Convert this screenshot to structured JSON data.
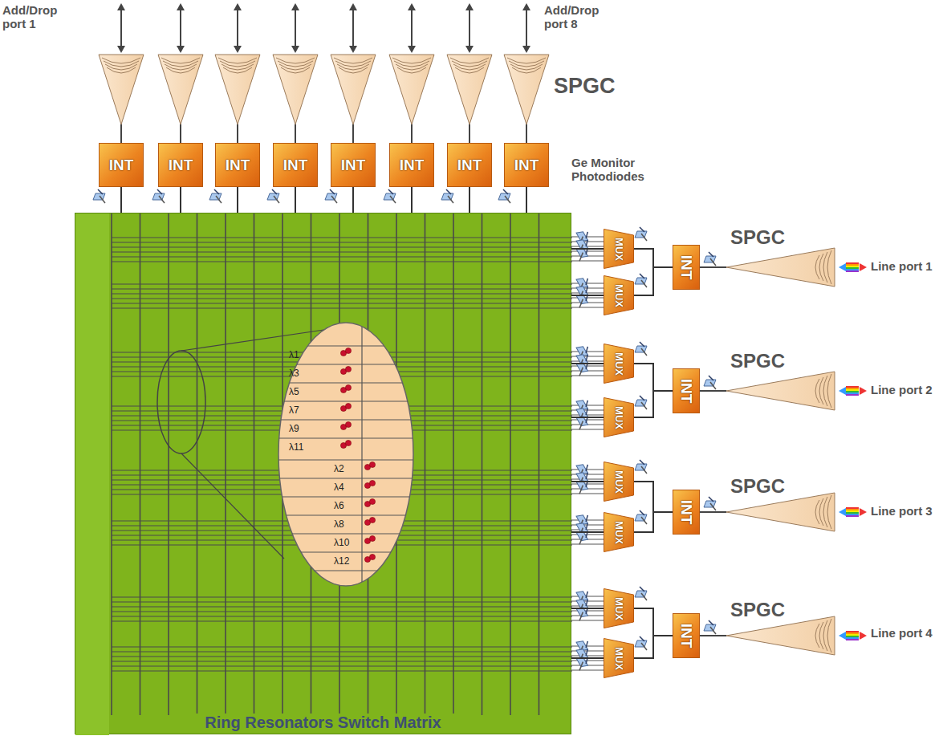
{
  "diagram": {
    "nodes": [
      {
        "text": [
          "INT"
        ]
      },
      {
        "text": [
          "INT"
        ]
      },
      {
        "text": [
          "INT"
        ]
      },
      {
        "text": [
          "INT"
        ]
      },
      {
        "text": [
          "INT"
        ]
      },
      {
        "text": [
          "INT"
        ]
      },
      {
        "text": [
          "INT"
        ]
      },
      {
        "text": [
          "INT"
        ]
      },
      {
        "text": [
          "Ring Resonators Switch Matrix"
        ]
      },
      {
        "text": [
          "λ1",
          "λ3",
          "λ5",
          "λ7",
          "λ9",
          "λ11",
          "λ2",
          "λ4",
          "λ6",
          "λ8",
          "λ10",
          "λ12"
        ],
        "in": 8
      },
      {
        "text": [
          "MUX"
        ]
      },
      {
        "text": [
          "MUX"
        ]
      },
      {
        "text": [
          "MUX"
        ]
      },
      {
        "text": [
          "MUX"
        ]
      },
      {
        "text": [
          "MUX"
        ]
      },
      {
        "text": [
          "MUX"
        ]
      },
      {
        "text": [
          "MUX"
        ]
      },
      {
        "text": [
          "MUX"
        ]
      },
      {
        "text": [
          "INT"
        ]
      },
      {
        "text": [
          "INT"
        ]
      },
      {
        "text": [
          "INT"
        ]
      },
      {
        "text": [
          "INT"
        ]
      }
    ],
    "edges": [
      {
        "from": 0,
        "to": 8,
        "arrow": "none"
      },
      {
        "from": 1,
        "to": 8,
        "arrow": "none"
      },
      {
        "from": 2,
        "to": 8,
        "arrow": "none"
      },
      {
        "from": 3,
        "to": 8,
        "arrow": "none"
      },
      {
        "from": 4,
        "to": 8,
        "arrow": "none"
      },
      {
        "from": 5,
        "to": 8,
        "arrow": "none"
      },
      {
        "from": 6,
        "to": 8,
        "arrow": "none"
      },
      {
        "from": 7,
        "to": 8,
        "arrow": "none"
      },
      {
        "from": 8,
        "to": 10,
        "arrow": "none"
      },
      {
        "from": 8,
        "to": 11,
        "arrow": "none"
      },
      {
        "from": 8,
        "to": 12,
        "arrow": "none"
      },
      {
        "from": 8,
        "to": 13,
        "arrow": "none"
      },
      {
        "from": 8,
        "to": 14,
        "arrow": "none"
      },
      {
        "from": 8,
        "to": 15,
        "arrow": "none"
      },
      {
        "from": 8,
        "to": 16,
        "arrow": "none"
      },
      {
        "from": 8,
        "to": 17,
        "arrow": "none"
      },
      {
        "from": 10,
        "to": 18,
        "arrow": "none"
      },
      {
        "from": 11,
        "to": 18,
        "arrow": "none"
      },
      {
        "from": 12,
        "to": 19,
        "arrow": "none"
      },
      {
        "from": 13,
        "to": 19,
        "arrow": "none"
      },
      {
        "from": 14,
        "to": 20,
        "arrow": "none"
      },
      {
        "from": 15,
        "to": 20,
        "arrow": "none"
      },
      {
        "from": 16,
        "to": 21,
        "arrow": "none"
      },
      {
        "from": 17,
        "to": 21,
        "arrow": "none"
      }
    ],
    "labels": [
      "Add/Drop port 1",
      "Add/Drop port 8",
      "SPGC",
      "Ge Monitor Photodiodes",
      "SPGC",
      "Line port 1",
      "SPGC",
      "Line port 2",
      "SPGC",
      "Line port 3",
      "SPGC",
      "Line port 4"
    ]
  }
}
